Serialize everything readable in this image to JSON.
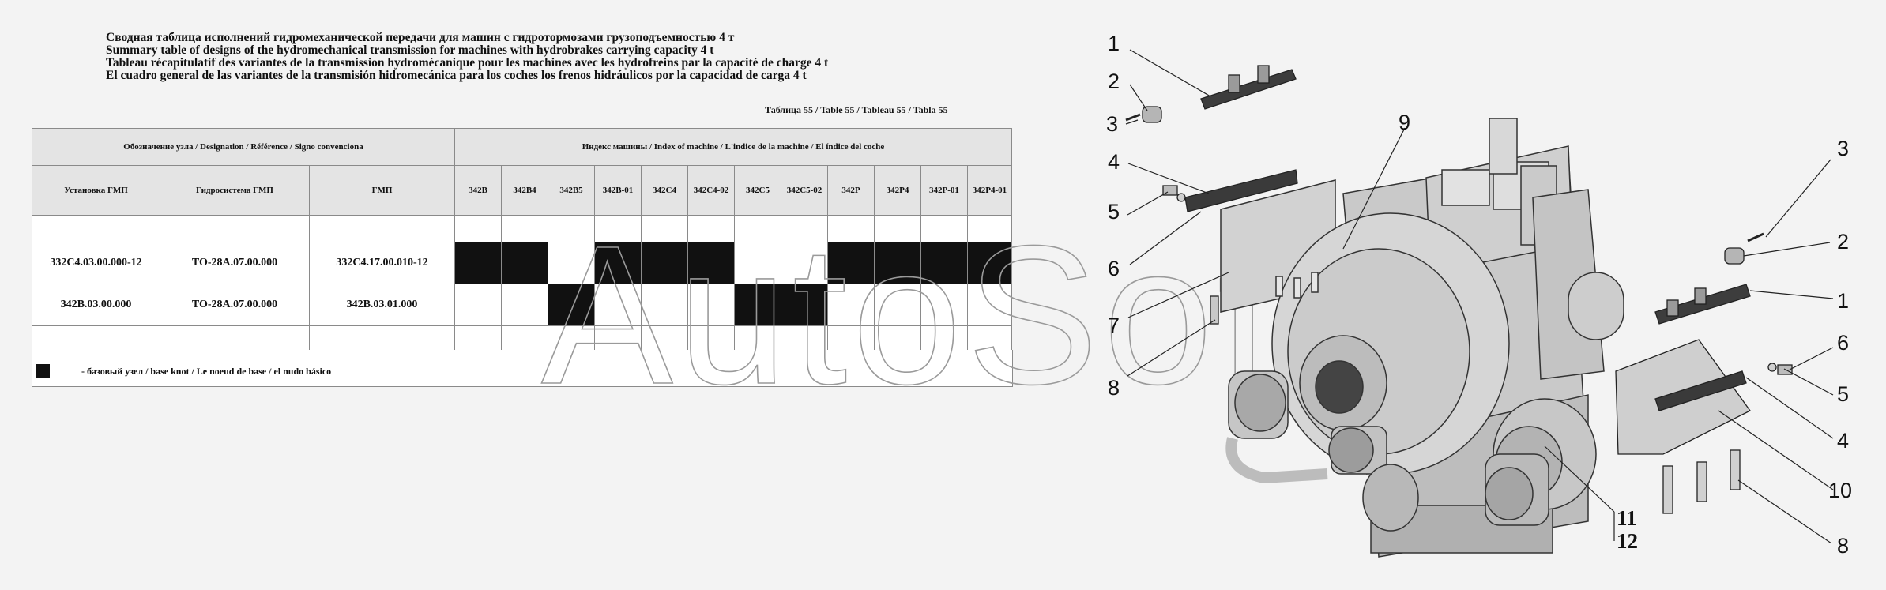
{
  "titles": [
    "Сводная таблица исполнений гидромеханической передачи для машин с гидротормозами грузоподъемностью 4 т",
    "Summary table of designs of the hydromechanical transmission for machines with hydrobrakes carrying capacity 4 t",
    "Tableau récapitulatif des variantes de la transmission hydromécanique pour les machines avec les hydrofreins par la capacité de charge 4 t",
    "El cuadro general de las variantes de la transmisión hidromecánica para los coches los frenos hidráulicos por la capacidad de carga 4 t"
  ],
  "table_caption": "Таблица 55 / Table 55 / Tableau 55 / Tabla 55",
  "table": {
    "group_headers": {
      "designation": "Обозначение узла  / Designation / Référence / Signo convenciona",
      "machine_index": "Индекс машины / Index of machine / L'indice de la machine / El índice del coche"
    },
    "sub_headers": [
      "Установка ГМП",
      "Гидросистема ГМП",
      "ГМП"
    ],
    "machine_columns": [
      "342В",
      "342В4",
      "342В5",
      "342В-01",
      "342С4",
      "342С4-02",
      "342С5",
      "342С5-02",
      "342Р",
      "342Р4",
      "342Р-01",
      "342Р4-01"
    ],
    "rows": [
      {
        "install": "332С4.03.00.000-12",
        "hydro": "ТО-28А.07.00.000",
        "gmp": "332С4.17.00.010-12",
        "marks": [
          1,
          1,
          0,
          1,
          1,
          1,
          0,
          0,
          1,
          1,
          1,
          1
        ]
      },
      {
        "install": "342В.03.00.000",
        "hydro": "ТО-28А.07.00.000",
        "gmp": "342В.03.01.000",
        "marks": [
          0,
          0,
          1,
          0,
          0,
          0,
          1,
          1,
          0,
          0,
          0,
          0
        ]
      }
    ]
  },
  "legend": {
    "text": "-  базовый узел / base knot / Le noeud de base / el nudo básico"
  },
  "watermark": "AutoSoft",
  "callouts": {
    "c1": "1",
    "c2": "2",
    "c3": "3",
    "c4": "4",
    "c5": "5",
    "c6": "6",
    "c7": "7",
    "c8": "8",
    "c9": "9",
    "r3": "3",
    "r2": "2",
    "r1": "1",
    "r6": "6",
    "r5": "5",
    "r4": "4",
    "r10": "10",
    "r8": "8",
    "b11": "11",
    "b12": "12"
  },
  "colors": {
    "part_fill": "#d8d8d8",
    "part_dark": "#3a3a3a",
    "mark": "#111111"
  }
}
